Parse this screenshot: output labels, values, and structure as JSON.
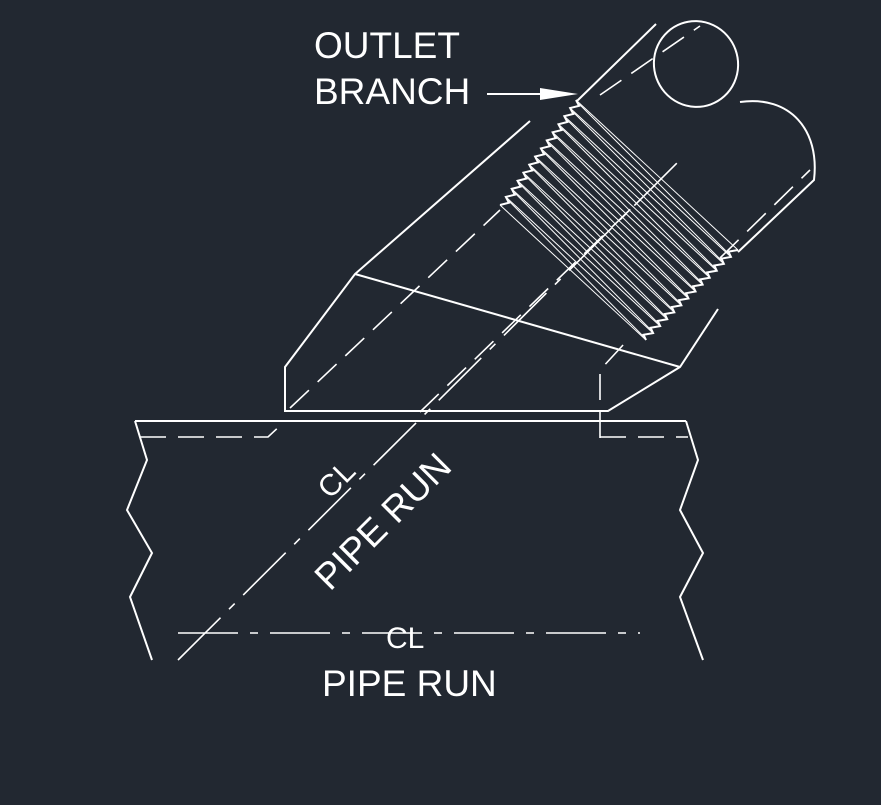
{
  "labels": {
    "outlet_line1": "OUTLET",
    "outlet_line2": "BRANCH",
    "branch_centerline_symbol": "CL",
    "branch_pipe_run": "PIPE RUN",
    "run_centerline_symbol": "CL",
    "run_pipe_run": "PIPE RUN"
  },
  "colors": {
    "background": "#222831",
    "lines": "#ffffff"
  }
}
